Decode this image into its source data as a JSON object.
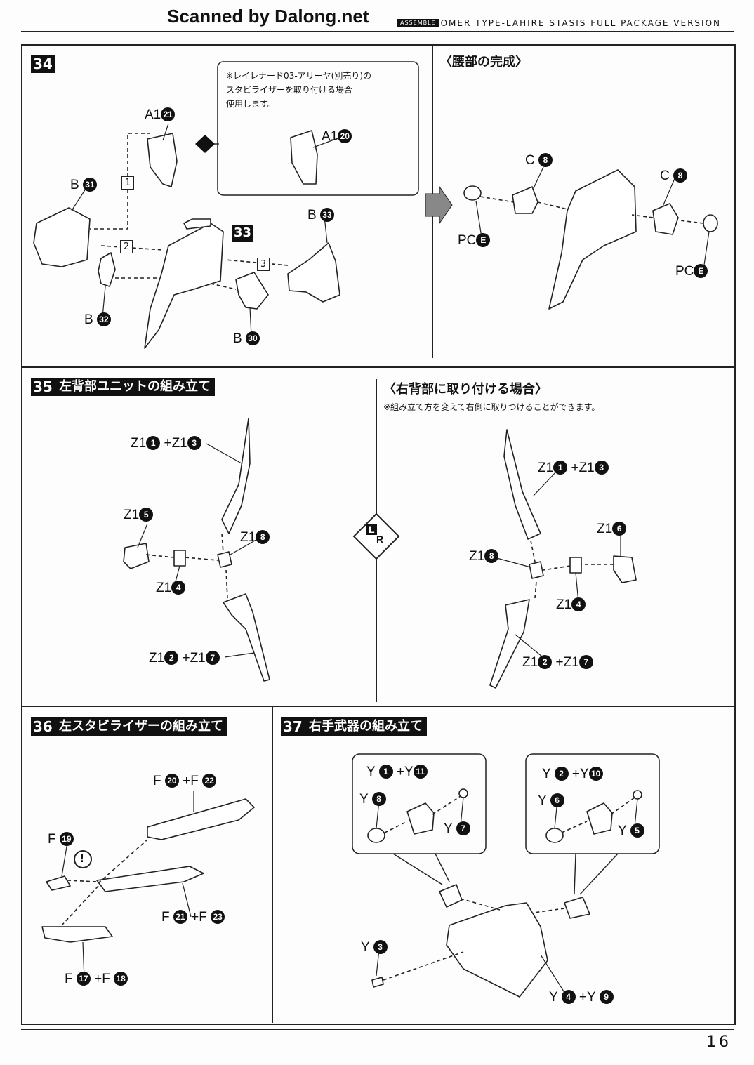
{
  "header": {
    "watermark": "Scanned by Dalong.net",
    "assemble_tag": "ASSEMBLE",
    "model_title": "OMER TYPE-LAHIRE STASIS FULL PACKAGE VERSION"
  },
  "page_number": "16",
  "steps": {
    "s34": {
      "number": "34",
      "note": "※レイレナード03-アリーヤ(別売り)の\nスタビライザーを取り付ける場合\n使用します。",
      "part_label": "33",
      "arrow_nums": [
        "1",
        "2",
        "3"
      ],
      "labels": {
        "a1_21": {
          "letter": "A1",
          "num": "21"
        },
        "a1_20": {
          "letter": "A1",
          "num": "20"
        },
        "b31": {
          "letter": "B",
          "num": "31"
        },
        "b32": {
          "letter": "B",
          "num": "32"
        },
        "b33": {
          "letter": "B",
          "num": "33"
        },
        "b30": {
          "letter": "B",
          "num": "30"
        }
      }
    },
    "waist": {
      "title": "〈腰部の完成〉",
      "labels": {
        "c8a": {
          "letter": "C",
          "num": "8"
        },
        "c8b": {
          "letter": "C",
          "num": "8"
        },
        "pce1": {
          "letter": "PC",
          "num": "E"
        },
        "pce2": {
          "letter": "PC",
          "num": "E"
        }
      }
    },
    "s35": {
      "number": "35",
      "title": "左背部ユニットの組み立て",
      "labels": {
        "z1_1_3": {
          "a": "Z1",
          "n1": "1",
          "b": "+Z1",
          "n2": "3"
        },
        "z1_5": {
          "letter": "Z1",
          "num": "5"
        },
        "z1_8": {
          "letter": "Z1",
          "num": "8"
        },
        "z1_4": {
          "letter": "Z1",
          "num": "4"
        },
        "z1_2_7": {
          "a": "Z1",
          "n1": "2",
          "b": "+Z1",
          "n2": "7"
        }
      }
    },
    "right_back": {
      "title": "〈右背部に取り付ける場合〉",
      "note": "※組み立て方を変えて右側に取りつけることができます。",
      "lr_l": "L",
      "lr_r": "R",
      "labels": {
        "z1_1_3": {
          "a": "Z1",
          "n1": "1",
          "b": "+Z1",
          "n2": "3"
        },
        "z1_6": {
          "letter": "Z1",
          "num": "6"
        },
        "z1_8": {
          "letter": "Z1",
          "num": "8"
        },
        "z1_4": {
          "letter": "Z1",
          "num": "4"
        },
        "z1_2_7": {
          "a": "Z1",
          "n1": "2",
          "b": "+Z1",
          "n2": "7"
        }
      }
    },
    "s36": {
      "number": "36",
      "title": "左スタビライザーの組み立て",
      "caution": "!",
      "labels": {
        "f20_22": {
          "a": "F",
          "n1": "20",
          "b": "+F",
          "n2": "22"
        },
        "f19": {
          "letter": "F",
          "num": "19"
        },
        "f21_23": {
          "a": "F",
          "n1": "21",
          "b": "+F",
          "n2": "23"
        },
        "f17_18": {
          "a": "F",
          "n1": "17",
          "b": "+F",
          "n2": "18"
        }
      }
    },
    "s37": {
      "number": "37",
      "title": "右手武器の組み立て",
      "labels": {
        "y1_11": {
          "a": "Y",
          "n1": "1",
          "b": "+Y",
          "n2": "11"
        },
        "y8": {
          "letter": "Y",
          "num": "8"
        },
        "y7": {
          "letter": "Y",
          "num": "7"
        },
        "y2_10": {
          "a": "Y",
          "n1": "2",
          "b": "+Y",
          "n2": "10"
        },
        "y6": {
          "letter": "Y",
          "num": "6"
        },
        "y5": {
          "letter": "Y",
          "num": "5"
        },
        "y3": {
          "letter": "Y",
          "num": "3"
        },
        "y4_9": {
          "a": "Y",
          "n1": "4",
          "b": "+Y",
          "n2": "9"
        }
      }
    }
  }
}
